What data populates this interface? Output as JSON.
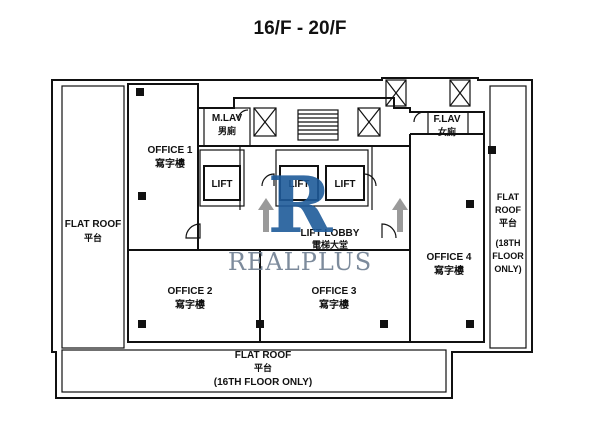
{
  "title": "16/F - 20/F",
  "rooms": {
    "office1": {
      "en": "OFFICE 1",
      "zh": "寫字樓"
    },
    "office2": {
      "en": "OFFICE 2",
      "zh": "寫字樓"
    },
    "office3": {
      "en": "OFFICE 3",
      "zh": "寫字樓"
    },
    "office4": {
      "en": "OFFICE 4",
      "zh": "寫字樓"
    },
    "mlav": {
      "en": "M.LAV",
      "zh": "男廁"
    },
    "flav": {
      "en": "F.LAV",
      "zh": "女廁"
    },
    "lift_lobby": {
      "en": "LIFT LOBBY",
      "zh": "電梯大堂"
    },
    "lift": "LIFT",
    "flat_roof_left": {
      "en": "FLAT ROOF",
      "zh": "平台"
    },
    "flat_roof_right": {
      "line1": "FLAT",
      "line2": "ROOF",
      "zh": "平台",
      "note1": "(18TH",
      "note2": "FLOOR",
      "note3": "ONLY)"
    },
    "flat_roof_bottom": {
      "en": "FLAT ROOF",
      "zh": "平台",
      "note": "(16TH FLOOR ONLY)"
    }
  },
  "watermark": {
    "text": "REALPLUS",
    "letter": "R"
  },
  "colors": {
    "ink": "#111111",
    "watermark": "#6f7f92",
    "watermark_r": "#1f5b9a"
  }
}
